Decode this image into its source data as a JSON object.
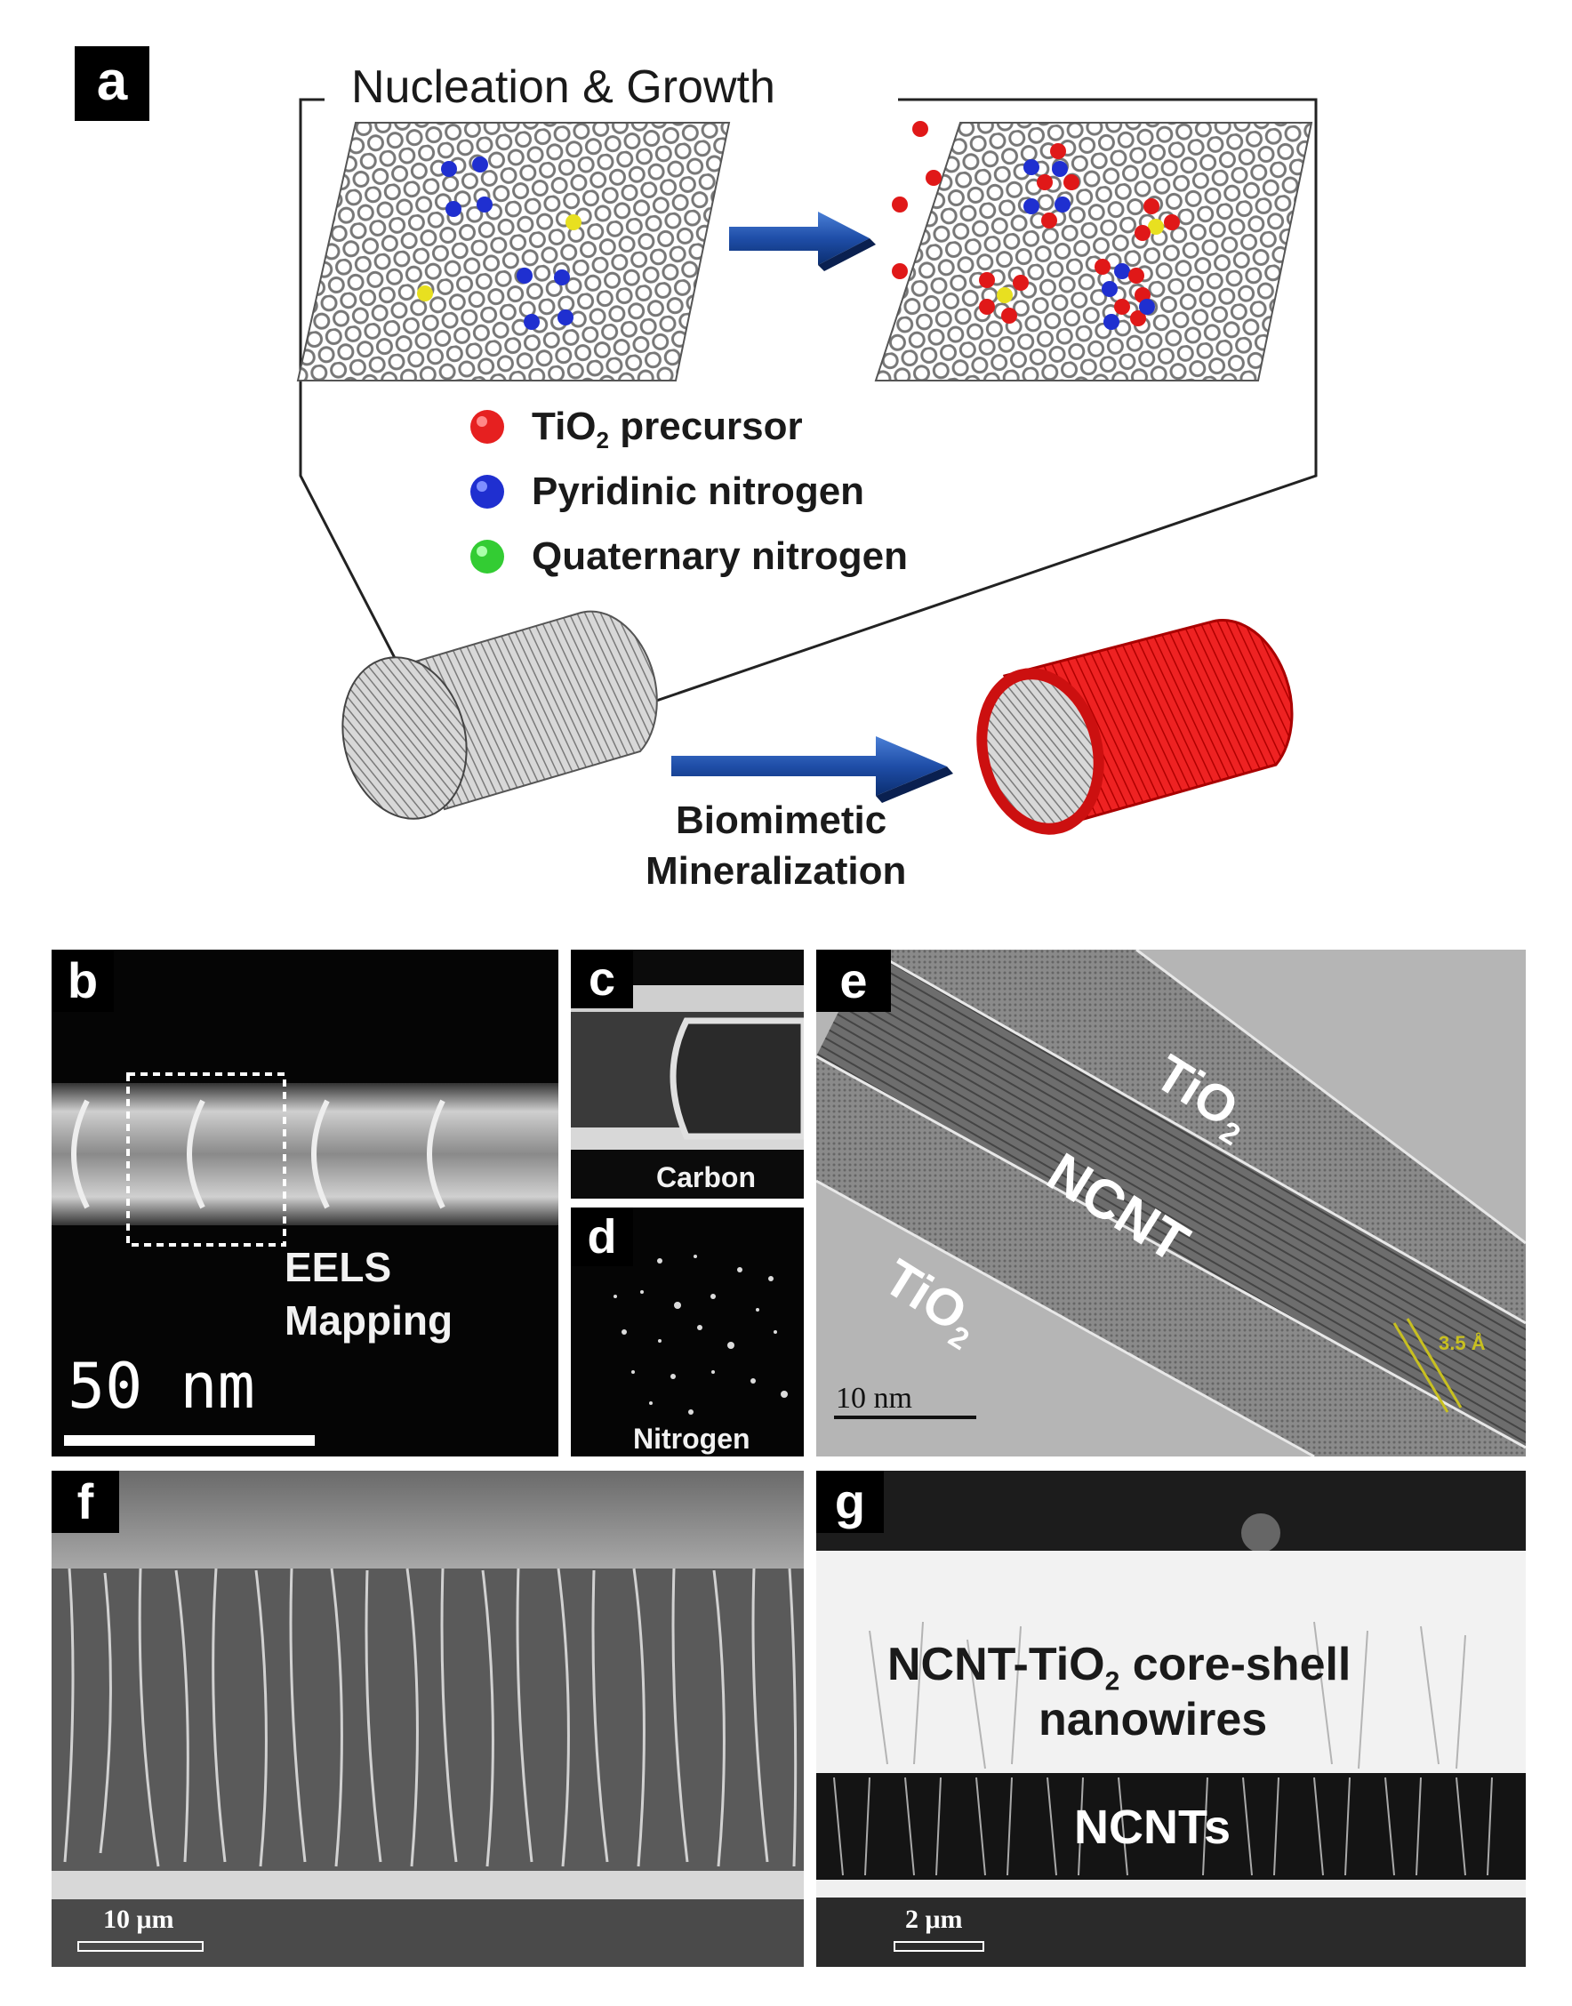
{
  "figure": {
    "panel_a": {
      "letter": "a",
      "title": "Nucleation & Growth",
      "legend": [
        {
          "label_main": "TiO",
          "label_sub": "2",
          "label_rest": " precursor",
          "color": "#e62020"
        },
        {
          "label_main": "Pyridinic nitrogen",
          "label_sub": "",
          "label_rest": "",
          "color": "#1f2fd0"
        },
        {
          "label_main": "Quaternary nitrogen",
          "label_sub": "",
          "label_rest": "",
          "color": "#33cc33"
        }
      ],
      "process_line1": "Biomimetic",
      "process_line2": "Mineralization"
    },
    "panel_b": {
      "letter": "b",
      "annotation_line1": "EELS",
      "annotation_line2": "Mapping",
      "scale": "50 nm"
    },
    "panel_c": {
      "letter": "c",
      "caption": "Carbon"
    },
    "panel_d": {
      "letter": "d",
      "caption": "Nitrogen"
    },
    "panel_e": {
      "letter": "e",
      "tio2_top_main": "TiO",
      "tio2_top_sub": "2",
      "ncnt": "NCNT",
      "tio2_bottom_main": "TiO",
      "tio2_bottom_sub": "2",
      "lattice": "3.5 Å",
      "scale": "10 nm"
    },
    "panel_f": {
      "letter": "f",
      "scale": "10 μm"
    },
    "panel_g": {
      "letter": "g",
      "label_line1_main": "NCNT-TiO",
      "label_line1_sub": "2",
      "label_line1_rest": " core-shell",
      "label_line2": "nanowires",
      "label_ncnts": "NCNTs",
      "scale": "2 μm"
    }
  },
  "colors": {
    "arrow_blue": "#1f4ea8",
    "tio2_red": "#e01818",
    "pyridinic_blue": "#1f2fd0",
    "quaternary_yellow": "#e8e020",
    "lattice_yellow": "#c8c020"
  }
}
